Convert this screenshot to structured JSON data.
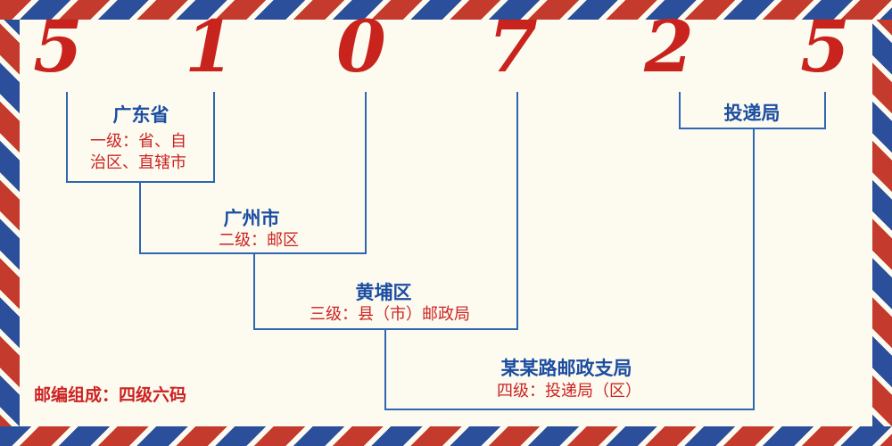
{
  "postal_code": {
    "digits": [
      "5",
      "1",
      "0",
      "7",
      "2",
      "5"
    ]
  },
  "levels": [
    {
      "name": "广东省",
      "desc_lines": [
        "一级：省、自",
        "治区、直辖市"
      ]
    },
    {
      "name": "广州市",
      "desc": "二级：邮区"
    },
    {
      "name": "黄埔区",
      "desc": "三级：县（市）邮政局"
    },
    {
      "name": "某某路邮政支局",
      "desc": "四级：投递局（区）"
    },
    {
      "name": "投递局"
    }
  ],
  "footer_note": "邮编组成：四级六码",
  "colors": {
    "digit_red": "#c8231c",
    "text_blue": "#1b4da1",
    "text_red": "#cc2222",
    "line_blue": "#2e66b3",
    "border_red": "#c43b2e",
    "border_blue": "#2b4f9b",
    "background": "#fdfbef"
  }
}
